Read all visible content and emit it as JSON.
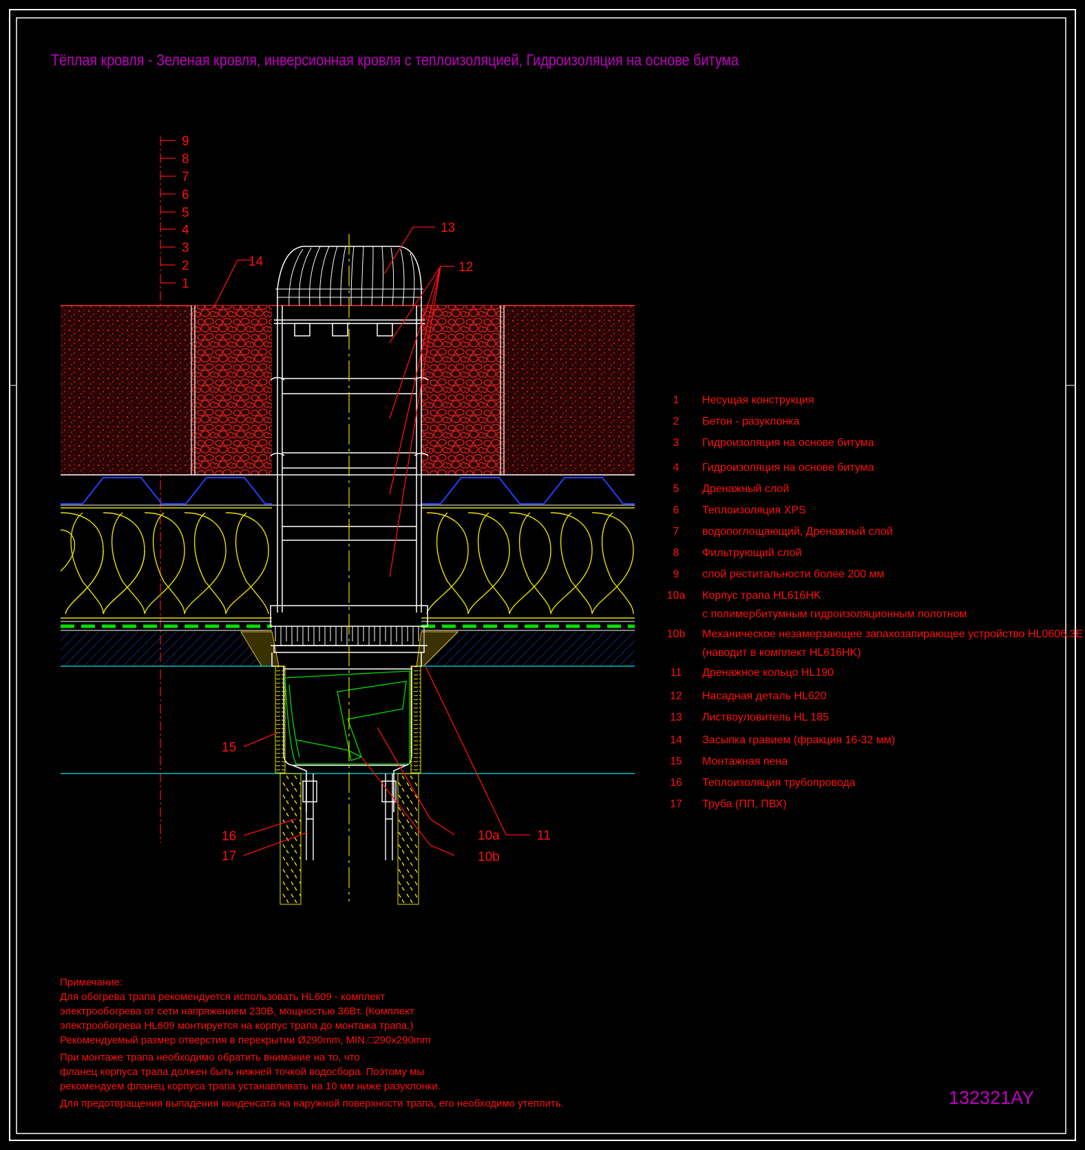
{
  "title": "Тёплая кровля - Зеленая кровля, инверсионная кровля с теплоизоляцией, Гидроизоляция на основе битума",
  "drawing_code": "132321AY",
  "layer_scale_labels": [
    "9",
    "8",
    "7",
    "6",
    "5",
    "4",
    "3",
    "2",
    "1"
  ],
  "callouts": {
    "c13": "13",
    "c12": "12",
    "c14": "14",
    "c15": "15",
    "c16": "16",
    "c17": "17",
    "c10a": "10a",
    "c10b": "10b",
    "c11": "11"
  },
  "legend": [
    {
      "num": "1",
      "text": "Несущая конструкция"
    },
    {
      "num": "2",
      "text": "Бетон - разуклонка"
    },
    {
      "num": "3",
      "text": "Гидроизоляция на основе битума"
    },
    {
      "num": "4",
      "text": "Гидроизоляция на основе битума"
    },
    {
      "num": "5",
      "text": "Дренажный слой"
    },
    {
      "num": "6",
      "text": "Теплоизоляция XPS"
    },
    {
      "num": "7",
      "text": "водопоглощающий, Дренажный слой"
    },
    {
      "num": "8",
      "text": "Фильтрующий слой"
    },
    {
      "num": "9",
      "text": "слой реститальности более 200 мм"
    },
    {
      "num": "10a",
      "text": "Корпус трапа HL616HK",
      "text2": "с полимербитумным гидроизоляционным полотном"
    },
    {
      "num": "10b",
      "text": "Механическое незамерзающее запахозапирающее устройство HL0606.3E",
      "text2": "(наводит в комплект HL616HK)"
    },
    {
      "num": "11",
      "text": "Дренажное кольцо HL190"
    },
    {
      "num": "12",
      "text": "Насадная деталь HL620"
    },
    {
      "num": "13",
      "text": "Листвоуловитель HL 185"
    },
    {
      "num": "14",
      "text": "Засыпка гравием (фракция 16-32 мм)"
    },
    {
      "num": "15",
      "text": "Монтажная пена"
    },
    {
      "num": "16",
      "text": "Теплоизоляция трубопровода"
    },
    {
      "num": "17",
      "text": "Труба (ПП, ПВХ)"
    }
  ],
  "notes": [
    "Примечание:",
    "Для обогрева трапа рекомендуется использовать HL609 - комплект",
    "электрообогрева от сети напряжением 230В, мощностью 36Вт. (Комплект",
    "электрообогрева HL609 монтируется на корпус трапа до монтажа трапа.)",
    "Рекомендуемый размер отверстия в перекрытии Ø290mm, MIN.□290x290mm",
    "При монтаже трапа необходимо обратить внимание на то, что",
    "фланец корпуса трапа должен быть нижней точкой водосбора. Поэтому мы",
    "рекомендуем фланец корпуса трапа устанавливать на 10 мм ниже разуклонки.",
    "Для предотвращения выпадения конденсата на наружной поверхности трапа, его необходимо утеплить."
  ],
  "colors": {
    "background": "#000000",
    "frame": "#ffffff",
    "text_red": "#ff1010",
    "title_magenta": "#c000c0",
    "soil_red": "#8b1414",
    "gravel": "#a01818",
    "insulation": "#e8e000",
    "drainage_blue": "#2040ff",
    "membrane_green": "#00e000",
    "slab_cyan": "#00c0c0",
    "drain_white": "#ffffff"
  }
}
